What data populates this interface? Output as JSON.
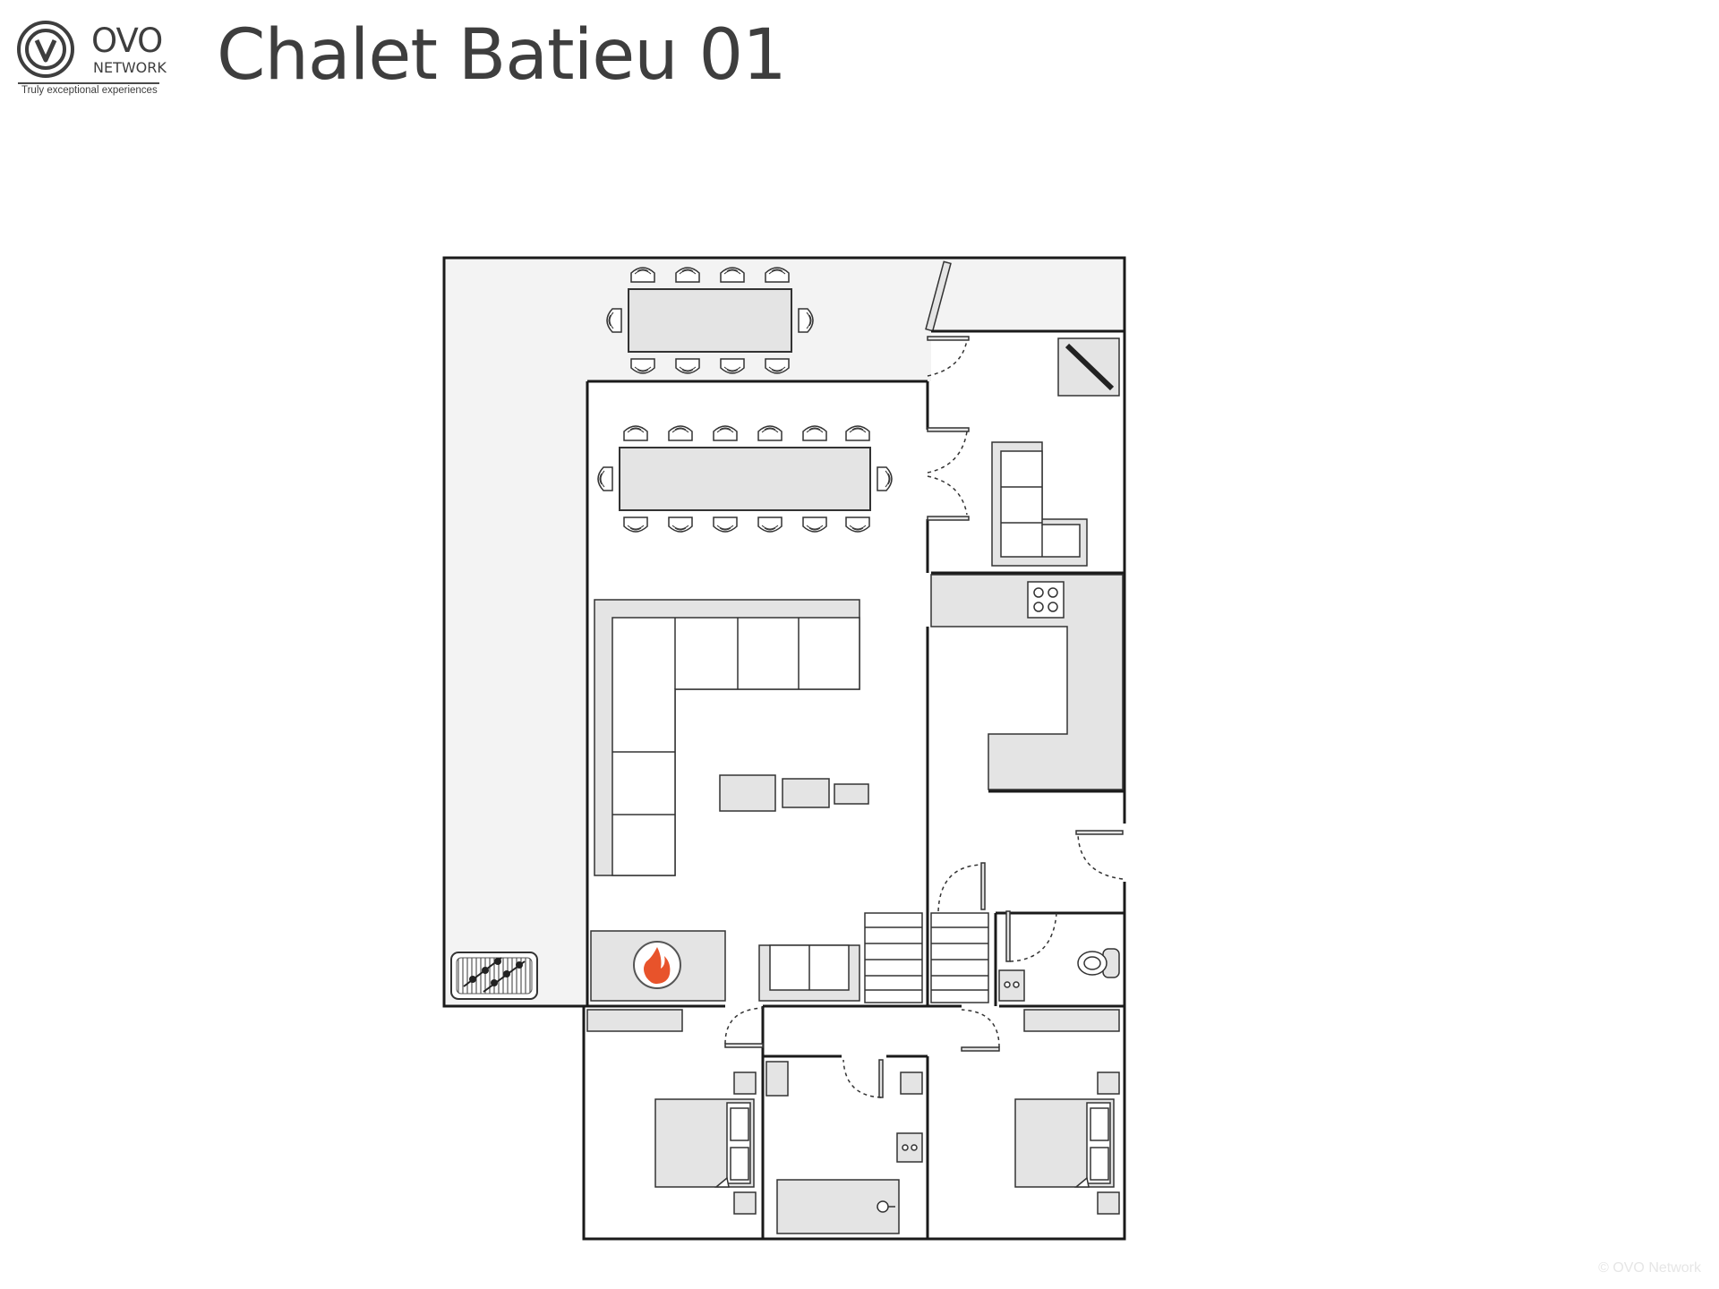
{
  "header": {
    "logo": {
      "name": "OVO",
      "network": "NETWORK",
      "tagline": "Truly exceptional experiences"
    },
    "title": "Chalet Batieu 01"
  },
  "footer": {
    "copyright": "© OVO Network"
  },
  "icons": {
    "logo": "ovo-v-circle-icon",
    "fireplace": "flame-icon",
    "barbecue": "grill-icon"
  },
  "colors": {
    "text": "#3e3e3e",
    "wall": "#1a1a1a",
    "furniture_fill": "#e4e4e4",
    "outdoor_fill": "#f2f2f2",
    "flame": "#e8532b"
  }
}
